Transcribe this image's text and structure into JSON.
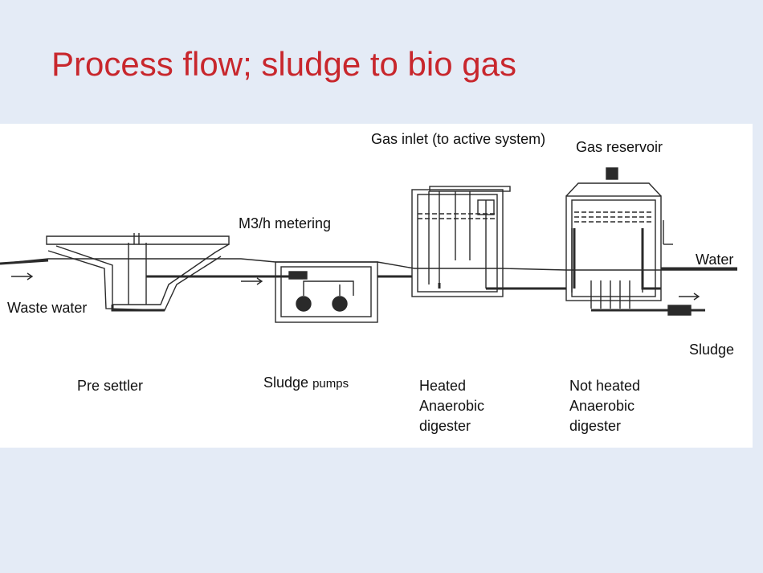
{
  "title": "Process flow; sludge to bio gas",
  "labels": {
    "gas_inlet": "Gas inlet",
    "gas_inlet_note": "(to active system)",
    "gas_reservoir": "Gas reservoir",
    "metering": "M3/h metering",
    "water": "Water",
    "waste_water": "Waste water",
    "sludge_out": "Sludge",
    "pre_settler": "Pre settler",
    "sludge_pumps_a": "Sludge",
    "sludge_pumps_b": "pumps",
    "heated": [
      "Heated",
      "Anaerobic",
      "digester"
    ],
    "not_heated": [
      "Not heated",
      "Anaerobic",
      "digester"
    ]
  },
  "colors": {
    "title": "#c8272d",
    "background": "#e4ebf6",
    "panel": "#ffffff",
    "line": "#2a2a2a"
  }
}
